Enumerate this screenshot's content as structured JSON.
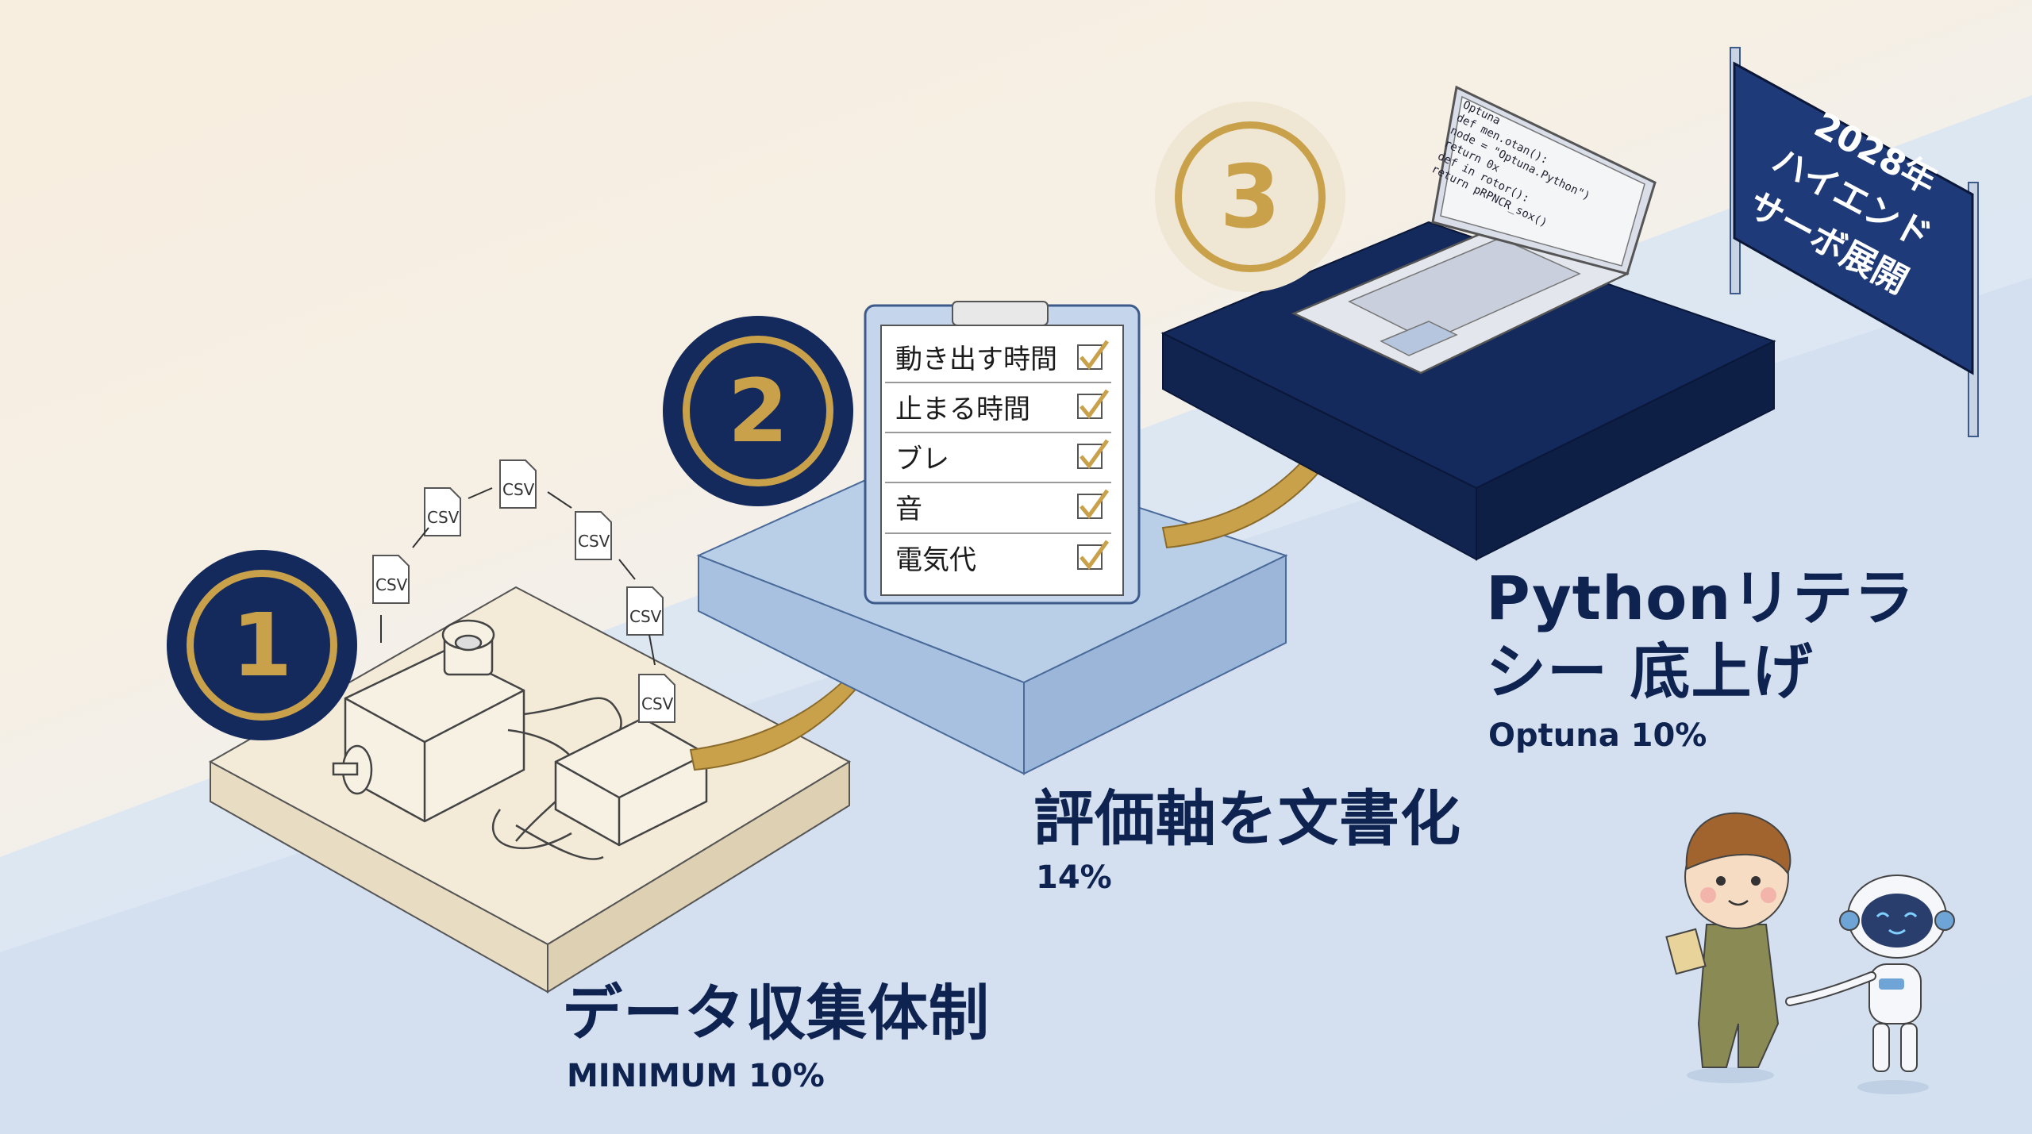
{
  "steps": [
    {
      "number": "1",
      "title": "データ収集体制",
      "subtitle": "MINIMUM 10%",
      "file_label": "CSV"
    },
    {
      "number": "2",
      "title": "評価軸を文書化",
      "subtitle": "14%",
      "checklist": [
        "動き出す時間",
        "止まる時間",
        "ブレ",
        "音",
        "電気代"
      ]
    },
    {
      "number": "3",
      "title_line1": "Pythonリテラ",
      "title_line2": "シー 底上げ",
      "subtitle": "Optuna 10%",
      "code_lines": [
        "Optuna",
        "def men.otan():",
        "  node = \"Optuna.Python\")",
        "  return 0x",
        "def in rotor():",
        "  return pRPNCR_sox()"
      ]
    }
  ],
  "sign": {
    "line1": "2028年",
    "line2": "ハイエンド",
    "line3": "サーボ展開"
  },
  "colors": {
    "navy": "#142a5c",
    "gold": "#c9a14a",
    "light_blue": "#b9cfe8",
    "cream": "#f1e8d6"
  }
}
